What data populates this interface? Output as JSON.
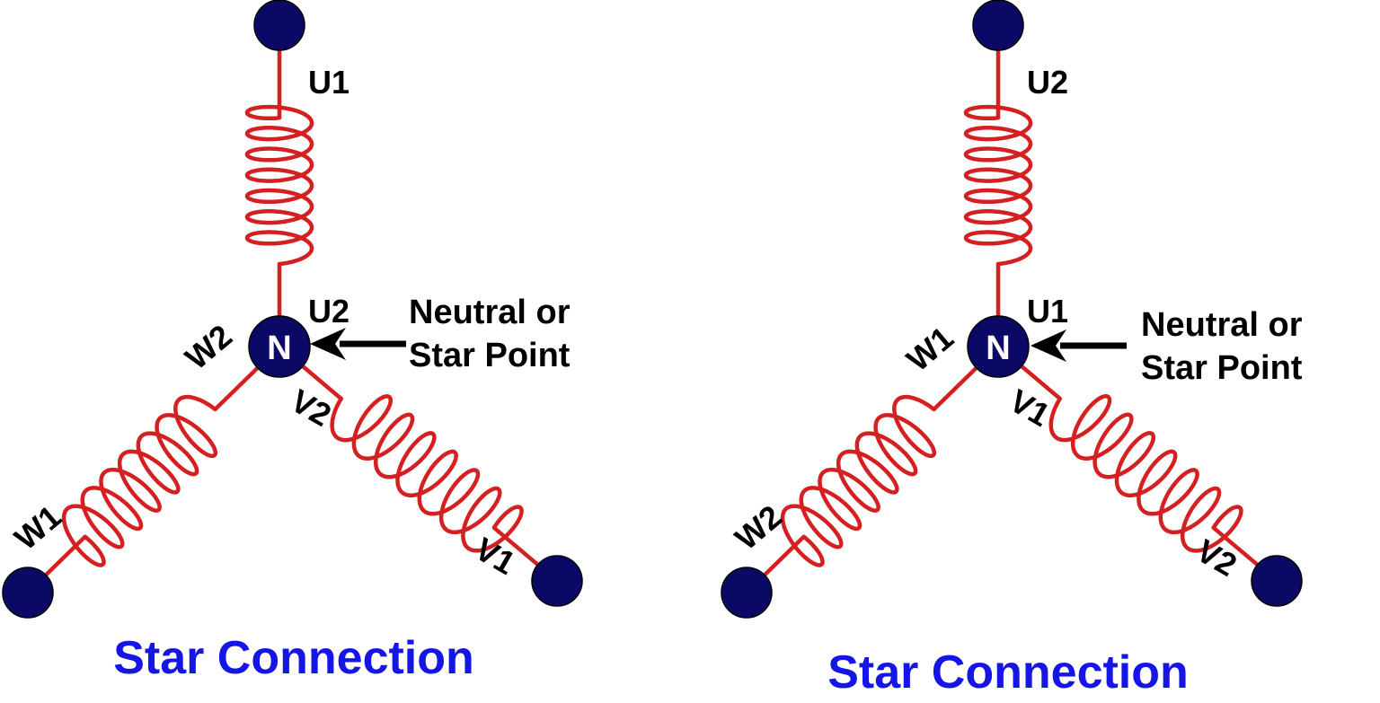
{
  "colors": {
    "coil": "#d42020",
    "node": "#0a0a66",
    "caption": "#1515e6",
    "text": "#000000",
    "neutral_text": "#ffffff"
  },
  "diagrams": [
    {
      "caption": "Star Connection",
      "neutral_label": "N",
      "annotation": [
        "Neutral or",
        "Star Point"
      ],
      "labels": {
        "u_outer": "U1",
        "u_inner": "U2",
        "w_inner": "W2",
        "w_outer": "W1",
        "v_inner": "V2",
        "v_outer": "V1"
      }
    },
    {
      "caption": "Star Connection",
      "neutral_label": "N",
      "annotation": [
        "Neutral or",
        "Star Point"
      ],
      "labels": {
        "u_outer": "U2",
        "u_inner": "U1",
        "w_inner": "W1",
        "w_outer": "W2",
        "v_inner": "V1",
        "v_outer": "V2"
      }
    }
  ]
}
